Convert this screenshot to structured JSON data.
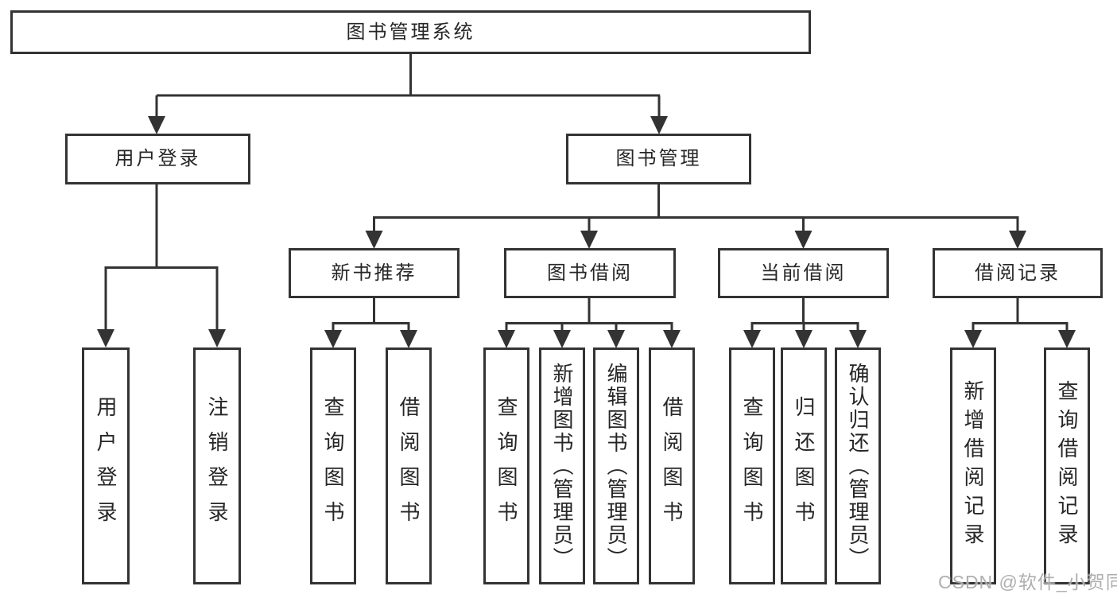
{
  "diagram": {
    "root": {
      "label": "图书管理系统"
    },
    "branches": [
      {
        "label": "用户登录",
        "leaves": [
          "用户登录",
          "注销登录"
        ]
      },
      {
        "label": "图书管理",
        "groups": [
          {
            "label": "新书推荐",
            "leaves": [
              "查询图书",
              "借阅图书"
            ]
          },
          {
            "label": "图书借阅",
            "leaves": [
              "查询图书",
              "新增图书（管理员）",
              "编辑图书（管理员）",
              "借阅图书"
            ]
          },
          {
            "label": "当前借阅",
            "leaves": [
              "查询图书",
              "归还图书",
              "确认归还（管理员）"
            ]
          },
          {
            "label": "借阅记录",
            "leaves": [
              "新增借阅记录",
              "查询借阅记录"
            ]
          }
        ]
      }
    ]
  },
  "colors": {
    "line": "#333333",
    "text": "#262626",
    "watermark": "#a8a8a8",
    "background": "#ffffff"
  },
  "watermark": "CSDN @软件_小贺同学"
}
